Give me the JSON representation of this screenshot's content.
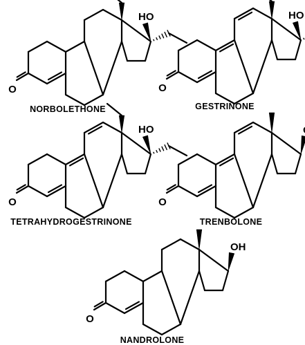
{
  "compounds": [
    {
      "name": "NORBOLETHONE",
      "c13": "ethyl",
      "c17": "ethyl",
      "diene": false,
      "trans": true,
      "wedge17": true
    },
    {
      "name": "GESTRINONE",
      "c13": "ethyl",
      "c17": "ethynyl",
      "diene": true,
      "trans": false,
      "wedge17": true
    },
    {
      "name": "TETRAHYDROGESTRINONE",
      "c13": "ethyl",
      "c17": "ethyl",
      "diene": true,
      "trans": false,
      "wedge17": true
    },
    {
      "name": "TRENBOLONE",
      "c13": "methyl",
      "c17": "beta-OH",
      "diene": true,
      "trans": false,
      "wedge17": false
    },
    {
      "name": "NANDROLONE",
      "c13": "methyl",
      "c17": "beta-OH",
      "diene": false,
      "trans": false,
      "wedge17": false
    }
  ],
  "atoms": {
    "oxygen": "O",
    "hydroxyl": "OH",
    "hydroxyl_left": "HO"
  }
}
